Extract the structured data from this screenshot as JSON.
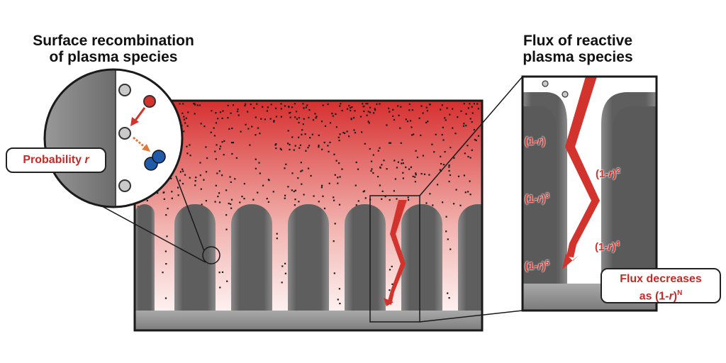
{
  "titles": {
    "left_line1": "Surface recombination",
    "left_line2": "of plasma species",
    "right_line1": "Flux of reactive",
    "right_line2": "plasma species"
  },
  "probability_label": {
    "prefix": "Probability ",
    "variable": "r"
  },
  "flux_labels": [
    {
      "pre": "(1-",
      "var": "r",
      "post": ")",
      "exp": ""
    },
    {
      "pre": "(1-",
      "var": "r",
      "post": ")",
      "exp": "2"
    },
    {
      "pre": "(1-",
      "var": "r",
      "post": ")",
      "exp": "3"
    },
    {
      "pre": "(1-",
      "var": "r",
      "post": ")",
      "exp": "4"
    },
    {
      "pre": "(1-",
      "var": "r",
      "post": ")",
      "exp": "5"
    }
  ],
  "flux_decrease": {
    "line1": "Flux decreases",
    "line2_pre": "as (1-",
    "line2_var": "r",
    "line2_post": ")",
    "line2_exp": "N"
  },
  "colors": {
    "accent_red": "#d3332d",
    "molecule_blue": "#1f5ba8",
    "pillar_gray": "#6e6e6e",
    "border": "#1a1a1a"
  }
}
